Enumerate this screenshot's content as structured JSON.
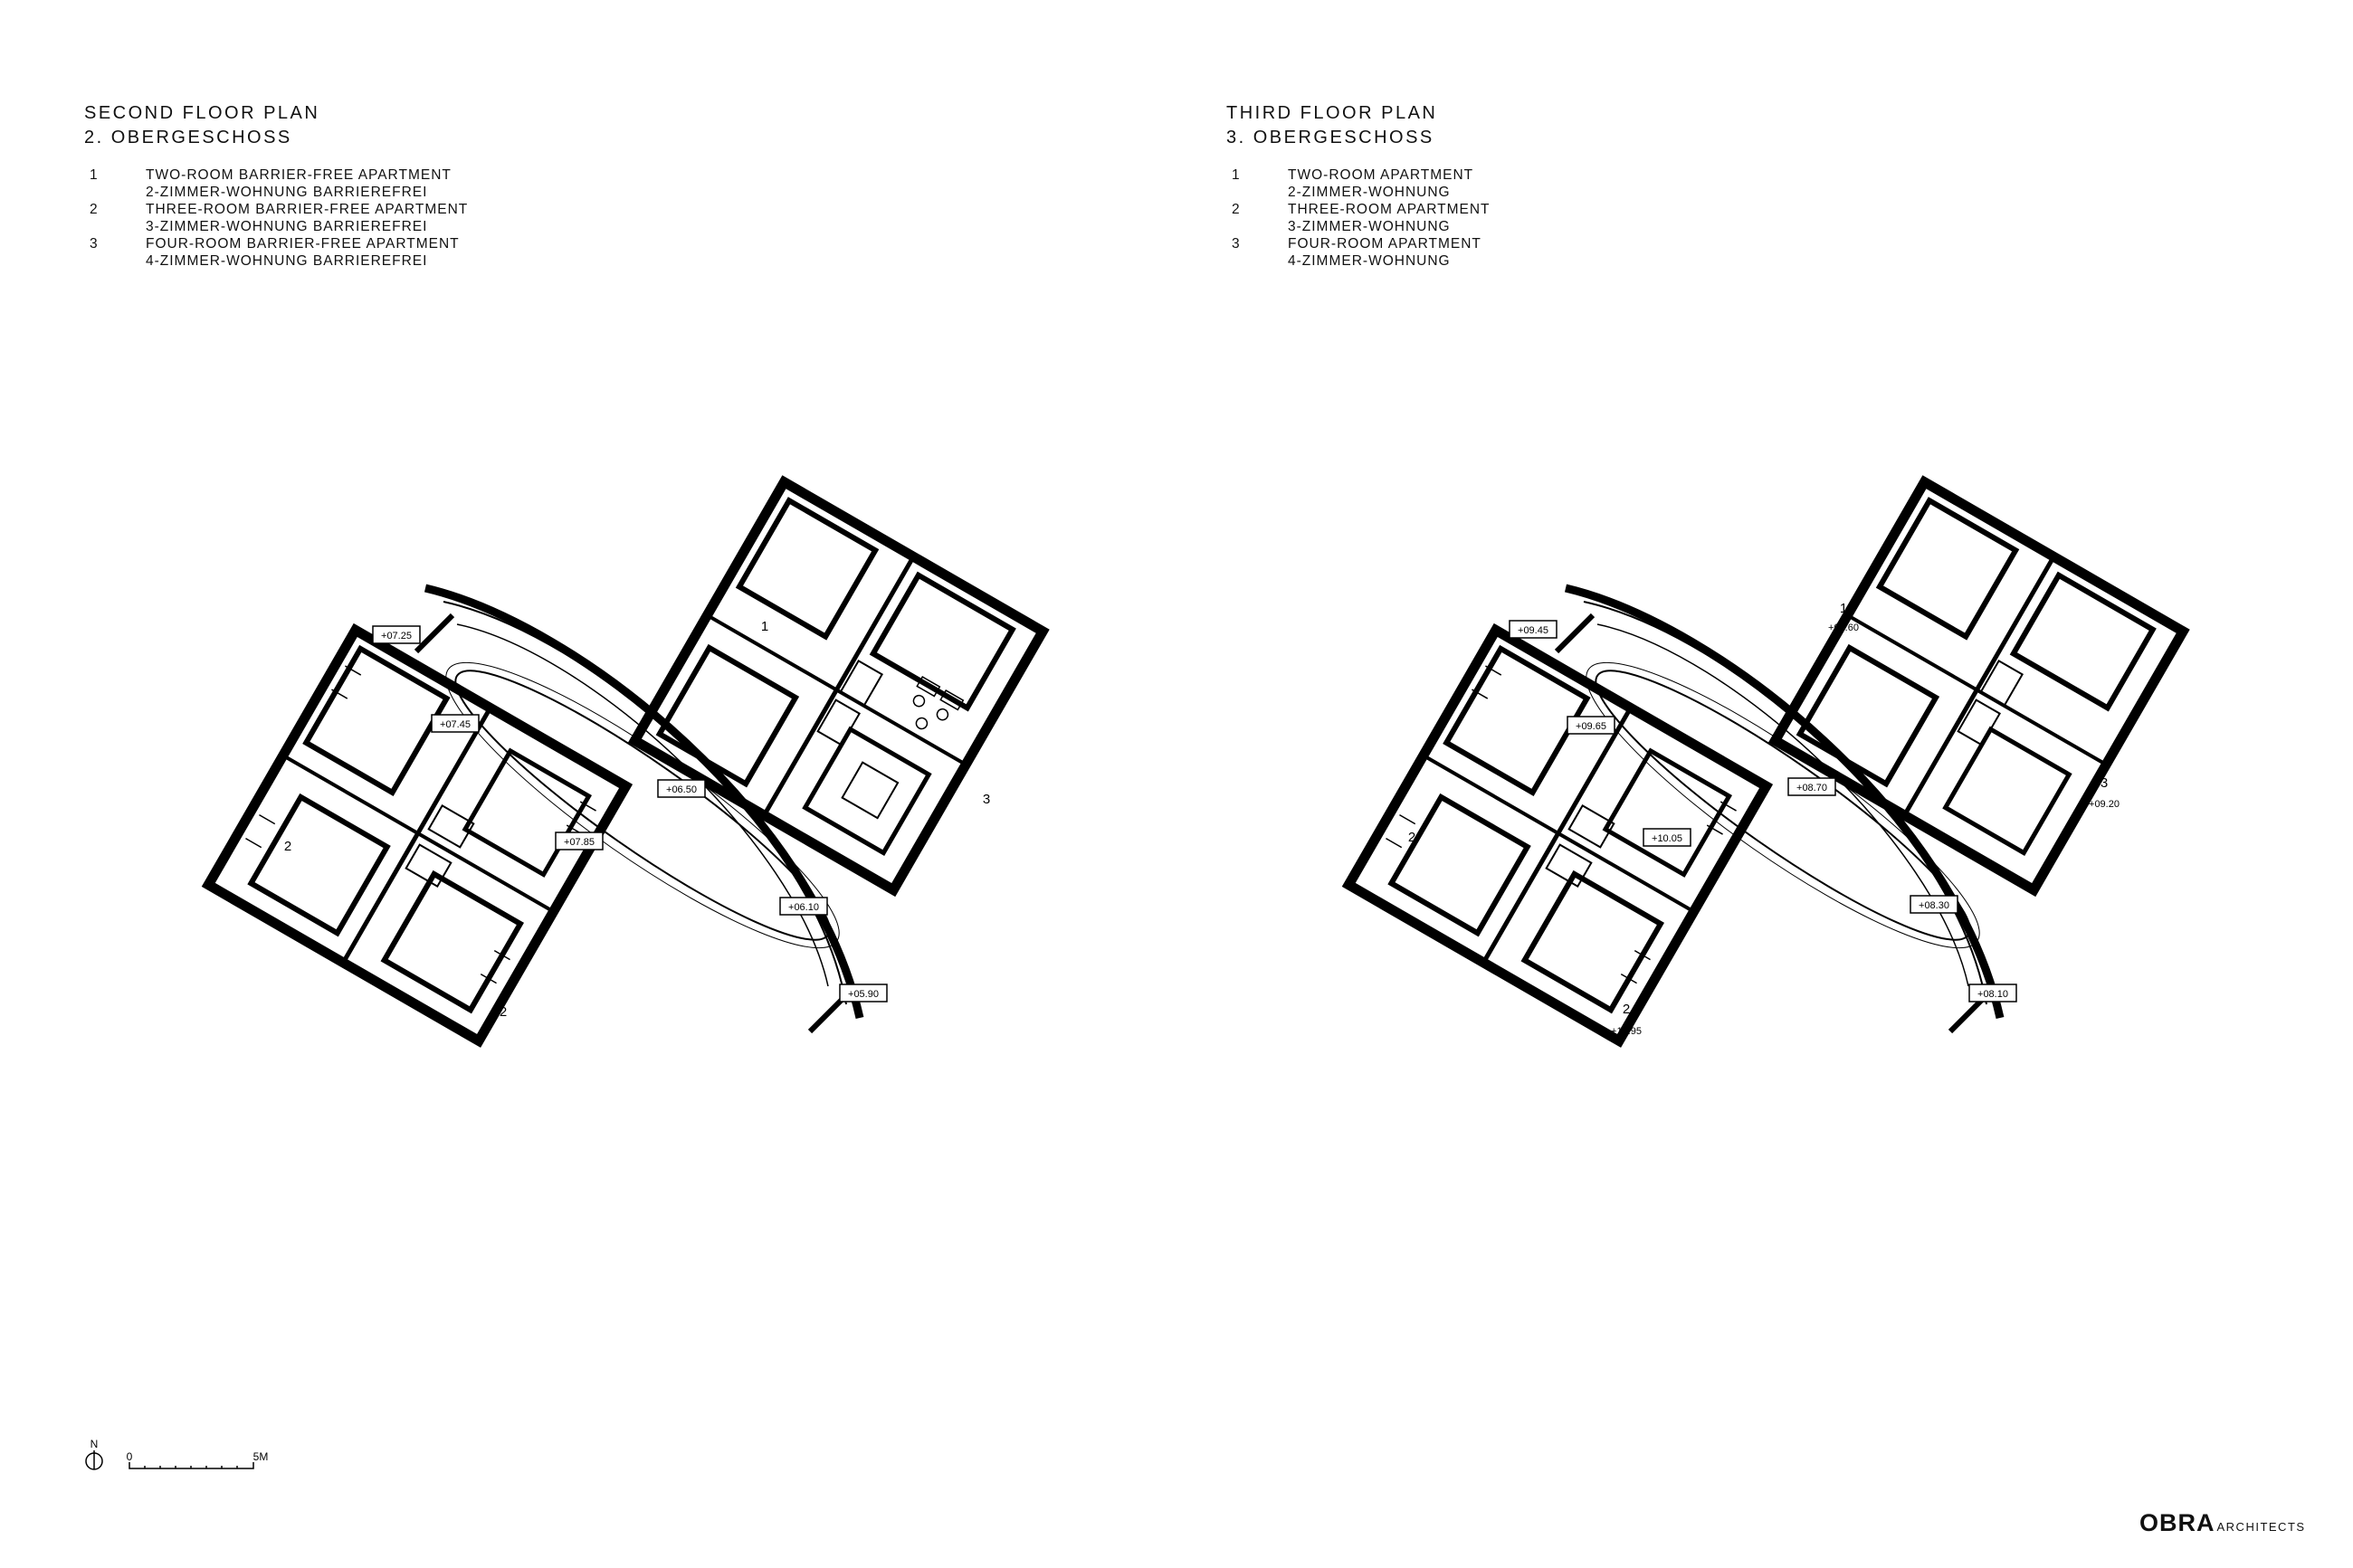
{
  "plans": [
    {
      "title": "SECOND FLOOR PLAN",
      "subtitle": "2. OBERGESCHOSS",
      "legend": [
        {
          "num": "1",
          "en": "TWO-ROOM BARRIER-FREE APARTMENT",
          "de": "2-ZIMMER-WOHNUNG BARRIEREFREI"
        },
        {
          "num": "2",
          "en": "THREE-ROOM BARRIER-FREE APARTMENT",
          "de": "3-ZIMMER-WOHNUNG BARRIEREFREI"
        },
        {
          "num": "3",
          "en": "FOUR-ROOM BARRIER-FREE APARTMENT",
          "de": "4-ZIMMER-WOHNUNG BARRIEREFREI"
        }
      ],
      "unit_labels": [
        "1",
        "2",
        "2",
        "3"
      ],
      "levels": [
        "+07.25",
        "+07.45",
        "+06.50",
        "+07.85",
        "+06.10",
        "+05.90"
      ]
    },
    {
      "title": "THIRD FLOOR PLAN",
      "subtitle": "3. OBERGESCHOSS",
      "legend": [
        {
          "num": "1",
          "en": "TWO-ROOM APARTMENT",
          "de": "2-ZIMMER-WOHNUNG"
        },
        {
          "num": "2",
          "en": "THREE-ROOM APARTMENT",
          "de": "3-ZIMMER-WOHNUNG"
        },
        {
          "num": "3",
          "en": "FOUR-ROOM APARTMENT",
          "de": "4-ZIMMER-WOHNUNG"
        }
      ],
      "unit_labels": [
        "1",
        "2",
        "2",
        "3"
      ],
      "unit_levels": [
        "+09.60",
        "+10.95",
        "+09.20"
      ],
      "levels": [
        "+09.45",
        "+09.65",
        "+08.70",
        "+10.05",
        "+08.30",
        "+08.10"
      ]
    }
  ],
  "scale_bar": {
    "north": "N",
    "start": "0",
    "end": "5M"
  },
  "logo": {
    "name": "OBRA",
    "suffix": "ARCHITECTS"
  }
}
